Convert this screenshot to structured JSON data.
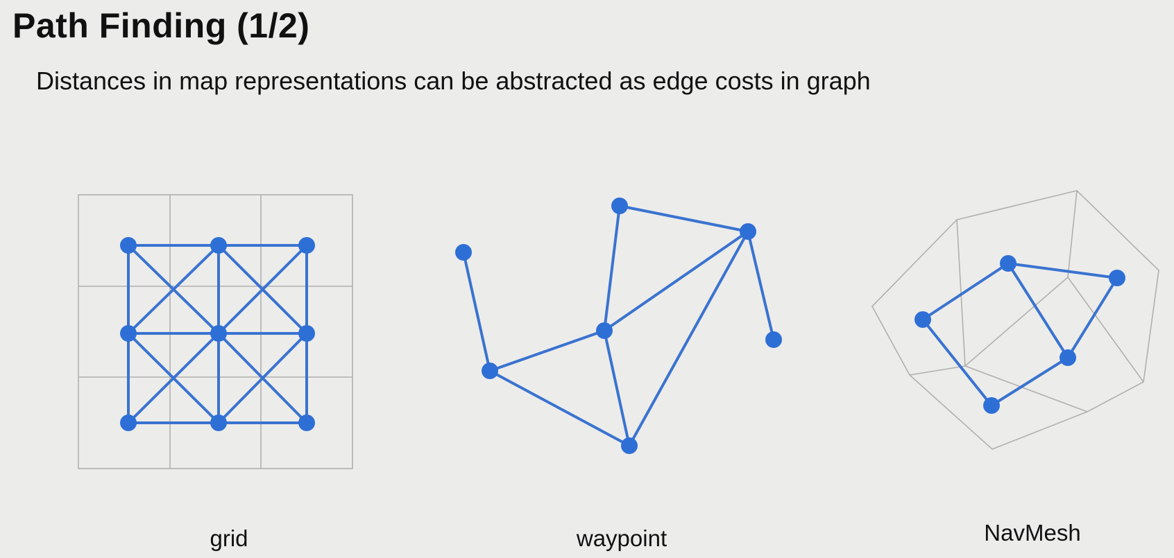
{
  "slide": {
    "title": "Path Finding (1/2)",
    "subtitle": "Distances in map representations can be abstracted as edge costs in graph"
  },
  "colors": {
    "background": "#ececea",
    "node": "#2e6fd6",
    "edge": "#3a73d0",
    "cell_line": "#b0b0b0"
  },
  "diagrams": [
    {
      "id": "grid",
      "label": "grid"
    },
    {
      "id": "waypoint",
      "label": "waypoint"
    },
    {
      "id": "navmesh",
      "label": "NavMesh"
    }
  ]
}
